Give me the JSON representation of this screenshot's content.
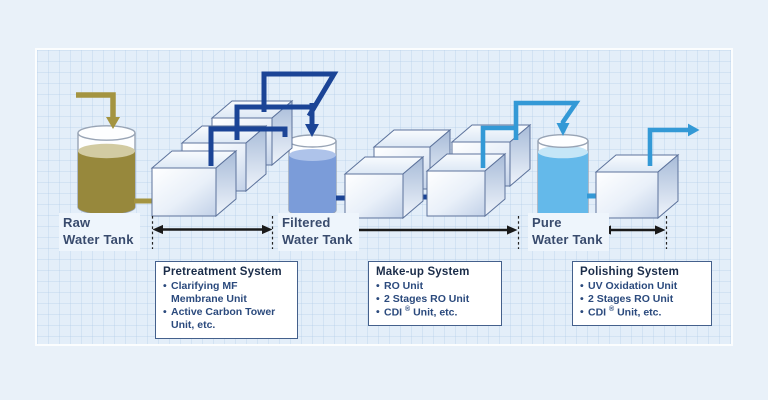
{
  "labels": {
    "raw_tank": {
      "line1": "Raw",
      "line2": "Water Tank"
    },
    "filtered_tank": {
      "line1": "Filtered",
      "line2": "Water Tank"
    },
    "pure_tank": {
      "line1": "Pure",
      "line2": "Water Tank"
    }
  },
  "systems": [
    {
      "title": "Pretreatment System",
      "bullets": [
        [
          "Clarifying MF",
          "Membrane Unit"
        ],
        [
          "Active Carbon Tower",
          "Unit, etc."
        ]
      ]
    },
    {
      "title": "Make-up System",
      "bullets": [
        [
          "RO Unit"
        ],
        [
          "2 Stages RO Unit"
        ],
        [
          "CDI ® Unit, etc."
        ]
      ]
    },
    {
      "title": "Polishing System",
      "bullets": [
        [
          "UV Oxidation Unit"
        ],
        [
          "2 Stages RO Unit"
        ],
        [
          "CDI ® Unit, etc."
        ]
      ]
    }
  ],
  "colors": {
    "raw_water": "#97883c",
    "raw_water_surface": "#d2cba2",
    "filtered_water": "#7b9cd9",
    "filtered_water_surface": "#aec3ea",
    "pure_water": "#64b9ea",
    "pure_water_surface": "#c5e6f7",
    "pipe_dark_blue": "#1b4496",
    "pipe_light_blue": "#3399d6",
    "pipe_raw_olive": "#a49440",
    "dimension_arrow": "#1a1a1a",
    "tank_outline": "#98a4b5"
  }
}
